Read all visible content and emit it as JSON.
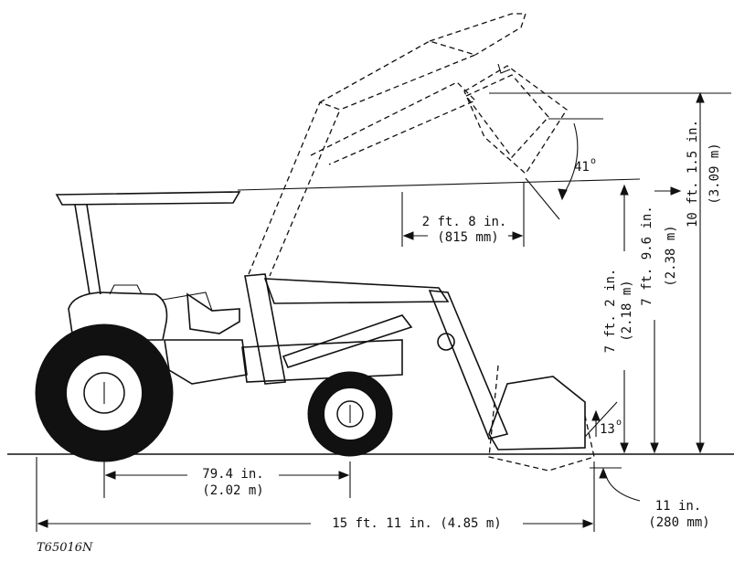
{
  "dimensions": {
    "wheelbase": {
      "imperial": "79.4 in.",
      "metric": "(2.02 m)"
    },
    "overall_length": {
      "text": "15 ft. 11 in. (4.85 m)"
    },
    "dump_reach": {
      "imperial": "2 ft. 8 in.",
      "metric": "(815 mm)"
    },
    "dump_clearance": {
      "imperial": "7 ft. 2 in.",
      "metric": "(2.18 m)"
    },
    "hinge_pin_height": {
      "imperial": "7 ft. 9.6 in.",
      "metric": "(2.38 m)"
    },
    "max_lift_height": {
      "imperial": "10 ft. 1.5 in.",
      "metric": "(3.09 m)"
    },
    "dig_depth": {
      "imperial": "11 in.",
      "metric": "(280 mm)"
    }
  },
  "angles": {
    "dump_angle": "41",
    "rollback_angle": "13"
  },
  "figure_id": "T65016N"
}
